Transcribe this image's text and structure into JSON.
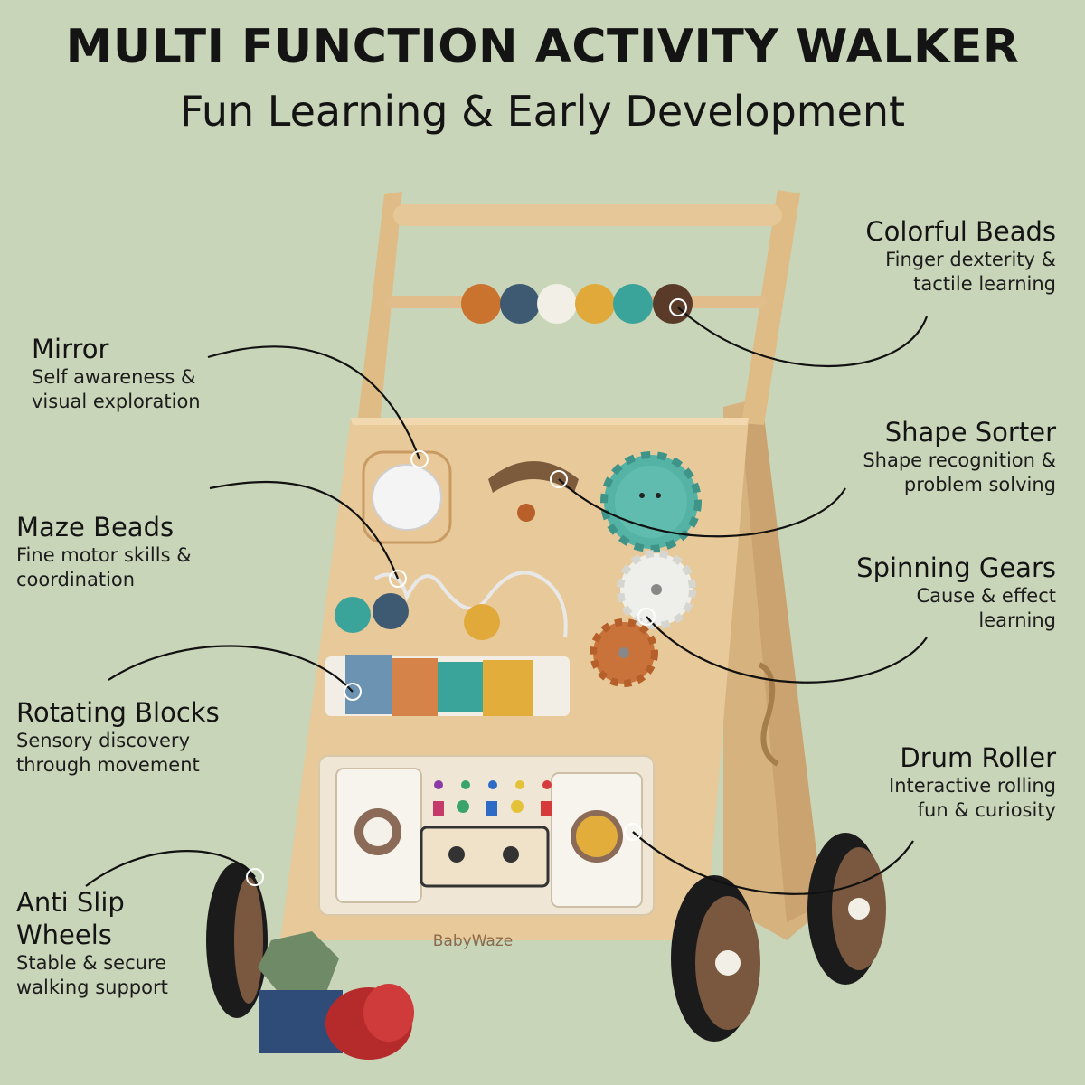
{
  "header": {
    "title": "MULTI FUNCTION ACTIVITY WALKER",
    "subtitle": "Fun Learning & Early Development"
  },
  "features": {
    "mirror": {
      "title": "Mirror",
      "line1": "Self awareness &",
      "line2": "visual exploration"
    },
    "maze": {
      "title": "Maze Beads",
      "line1": "Fine motor skills &",
      "line2": "coordination"
    },
    "blocks": {
      "title": "Rotating Blocks",
      "line1": "Sensory discovery",
      "line2": "through movement"
    },
    "wheels": {
      "title_line1": "Anti Slip",
      "title_line2": "Wheels",
      "line1": "Stable & secure",
      "line2": "walking support"
    },
    "beads": {
      "title": "Colorful Beads",
      "line1": "Finger dexterity &",
      "line2": "tactile learning"
    },
    "shape": {
      "title": "Shape Sorter",
      "line1": "Shape recognition &",
      "line2": "problem solving"
    },
    "gears": {
      "title": "Spinning Gears",
      "line1": "Cause & effect",
      "line2": "learning"
    },
    "drum": {
      "title": "Drum Roller",
      "line1": "Interactive rolling",
      "line2": "fun & curiosity"
    }
  },
  "product": {
    "brand": "BabyWaze",
    "bead_colors": [
      "#c9732f",
      "#3d5a72",
      "#f2efe6",
      "#e0a93a",
      "#3aa49a",
      "#5a3a28"
    ],
    "colors": {
      "background": "#c9d5b8",
      "wood": "#e3c190",
      "wood_dark": "#c99b63",
      "gear_teal": "#55b3a6",
      "gear_white": "#eeeeea",
      "gear_orange": "#c9733a",
      "wheel": "#1b1b1b",
      "hub": "#7a5840"
    }
  }
}
